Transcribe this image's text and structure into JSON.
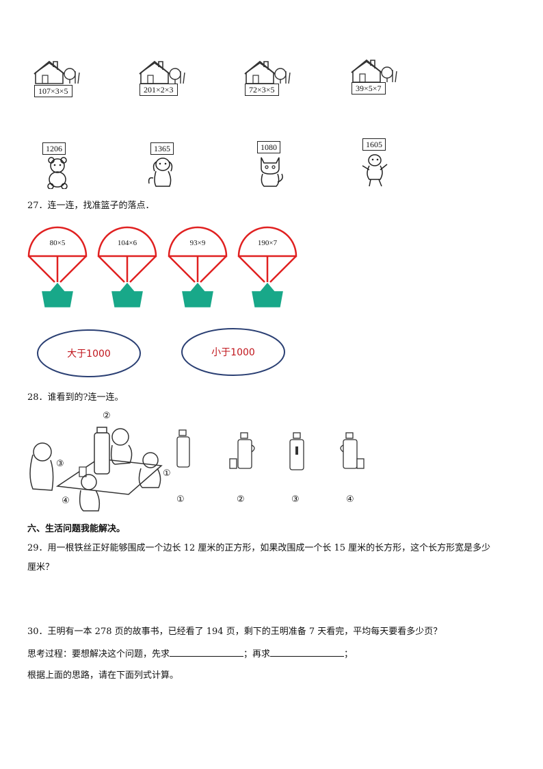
{
  "houses": [
    {
      "label": "107×3×5"
    },
    {
      "label": "201×2×3"
    },
    {
      "label": "72×3×5"
    },
    {
      "label": "39×5×7"
    }
  ],
  "animals": [
    {
      "number": "1206",
      "icon": "bear-icon"
    },
    {
      "number": "1365",
      "icon": "dog-icon"
    },
    {
      "number": "1080",
      "icon": "cat-icon"
    },
    {
      "number": "1605",
      "icon": "bird-icon"
    }
  ],
  "q27": {
    "text": "27．连一连，找准篮子的落点．",
    "parachutes": [
      "80×5",
      "104×6",
      "93×9",
      "190×7"
    ],
    "ovals": [
      "大于1000",
      "小于1000"
    ],
    "colors": {
      "parachute": "#e02020",
      "basket": "#18a889",
      "oval": "#2a3f73",
      "oval_text": "#c0141b"
    }
  },
  "q28": {
    "text": "28．谁看到的?连一连。",
    "scene_markers": [
      "②",
      "③",
      "①",
      "④"
    ],
    "view_labels": [
      "①",
      "②",
      "③",
      "④"
    ]
  },
  "section6": {
    "title": "六、生活问题我能解决。"
  },
  "q29": {
    "line1": "29．用一根铁丝正好能够围成一个边长 12 厘米的正方形，如果改围成一个长 15 厘米的长方形，这个长方形宽是多少",
    "line2": "厘米？"
  },
  "q30": {
    "line1": "30．王明有一本 278 页的故事书，已经看了 194 页，剩下的王明准备 7 天看完，平均每天要看多少页？",
    "think_prefix": "思考过程：要想解决这个问题，先求",
    "think_mid": "；再求",
    "think_end": "；",
    "line3": "根据上面的思路，请在下面列式计算。"
  }
}
